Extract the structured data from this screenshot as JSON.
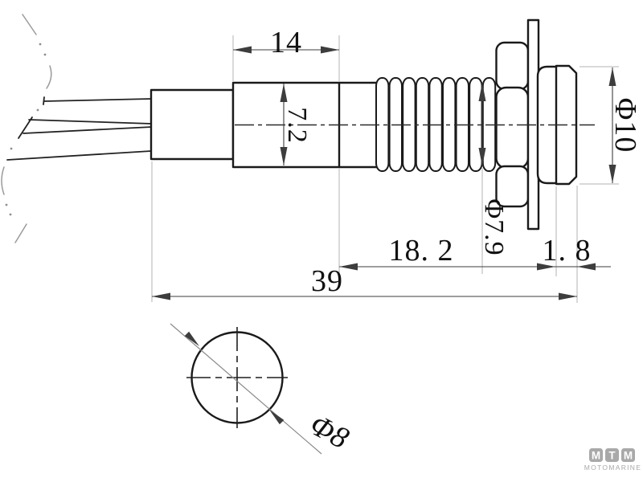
{
  "drawing": {
    "labels": {
      "body_length": "14",
      "body_diameter": "7.2",
      "thread_diameter": "Φ7.9",
      "head_diameter": "Φ10",
      "thread_section_length": "18. 2",
      "bezel_thickness": "1. 8",
      "overall_length": "39",
      "front_lens_diameter": "Φ8"
    }
  },
  "logo": {
    "letters": [
      "M",
      "T",
      "M"
    ],
    "subtitle": "MOTOMARINE"
  },
  "colors": {
    "background": "#ffffff",
    "line": "#1a1a1a",
    "dim": "#3d3d3d",
    "ext": "#b3b3b3",
    "logo": "#a9a9a9"
  }
}
